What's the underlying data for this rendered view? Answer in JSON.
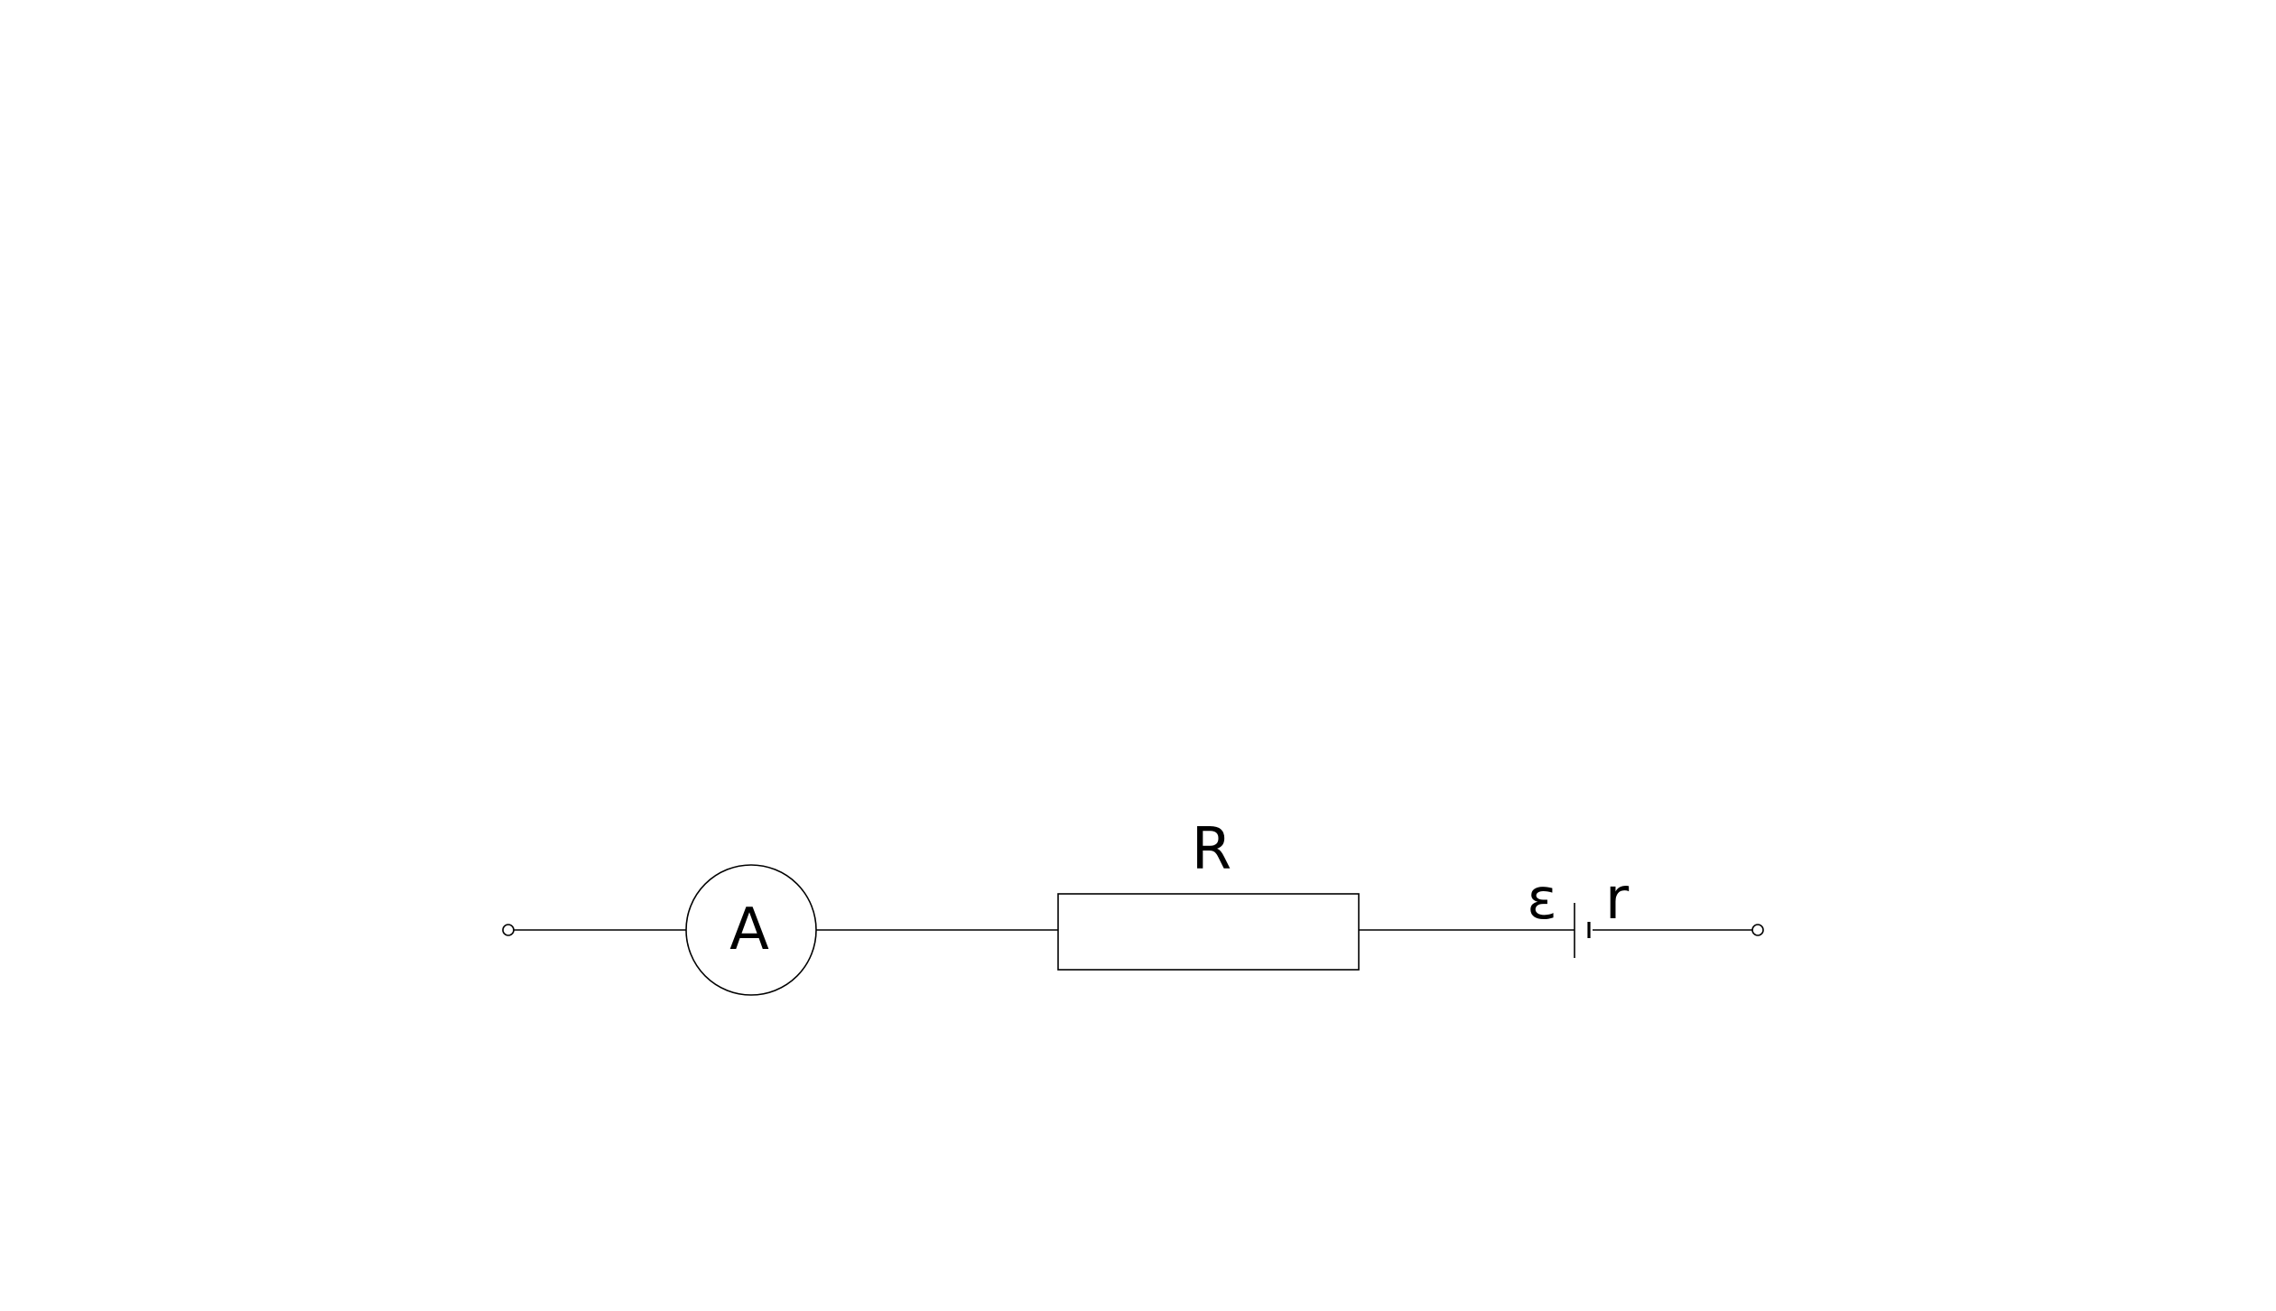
{
  "diagram": {
    "type": "circuit",
    "labels": {
      "ammeter": "A",
      "resistor": "R",
      "emf": "ε",
      "internal_resistance": "r"
    },
    "components_in_order": [
      "terminal",
      "ammeter",
      "resistor",
      "cell",
      "terminal"
    ],
    "colors": {
      "stroke": "#000000",
      "background": "#ffffff"
    }
  }
}
